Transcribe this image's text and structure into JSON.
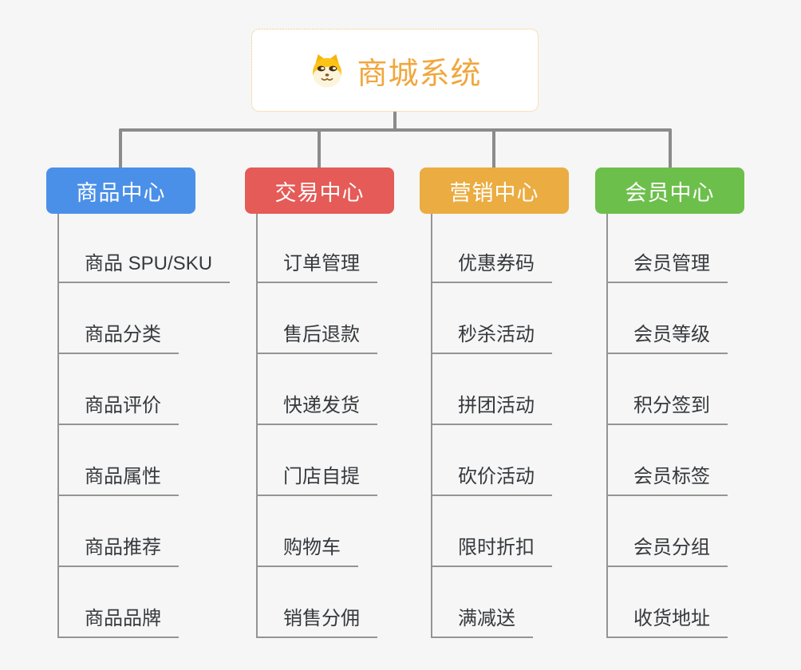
{
  "root": {
    "label": "商城系统",
    "icon": "shiba-dog-icon",
    "text_color": "#f0a73e",
    "border_color": "#f2c170"
  },
  "colors": {
    "background": "#f5f6f5",
    "main_connector": "#8b8b8b",
    "branch_line": "#949494",
    "leaf_text": "#36393d"
  },
  "branches": [
    {
      "label": "商品中心",
      "color": "#4b90e8",
      "items": [
        "商品 SPU/SKU",
        "商品分类",
        "商品评价",
        "商品属性",
        "商品推荐",
        "商品品牌"
      ]
    },
    {
      "label": "交易中心",
      "color": "#e45b57",
      "items": [
        "订单管理",
        "售后退款",
        "快递发货",
        "门店自提",
        "购物车",
        "销售分佣"
      ]
    },
    {
      "label": "营销中心",
      "color": "#ebac41",
      "items": [
        "优惠券码",
        "秒杀活动",
        "拼团活动",
        "砍价活动",
        "限时折扣",
        "满减送"
      ]
    },
    {
      "label": "会员中心",
      "color": "#6dbf4b",
      "items": [
        "会员管理",
        "会员等级",
        "积分签到",
        "会员标签",
        "会员分组",
        "收货地址"
      ]
    }
  ]
}
